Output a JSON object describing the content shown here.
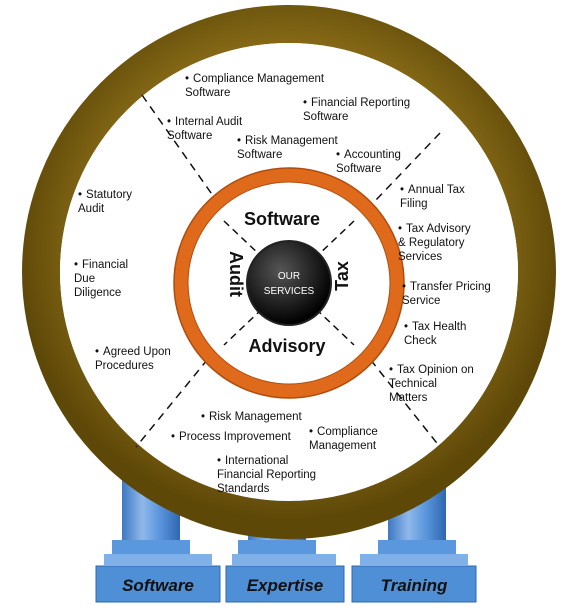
{
  "center": {
    "line1": "OUR",
    "line2": "SERVICES"
  },
  "sectors": {
    "top": "Software",
    "left": "Audit",
    "right": "Tax",
    "bottom": "Advisory"
  },
  "items": {
    "software": [
      "Compliance Management Software",
      "Financial Reporting Software",
      "Internal Audit Software",
      "Risk Management Software",
      "Accounting Software"
    ],
    "audit": [
      "Statutory Audit",
      "Financial Due Diligence",
      "Agreed Upon Procedures"
    ],
    "tax": [
      "Annual Tax Filing",
      "Tax Advisory & Regulatory Services",
      "Transfer Pricing Service",
      "Tax Health Check",
      "Tax Opinion on Technical Matters"
    ],
    "advisory": [
      "Risk Management",
      "Process Improvement",
      "Compliance Management",
      "International Financial Reporting Standards"
    ]
  },
  "pillars": [
    "Software",
    "Expertise",
    "Training"
  ],
  "colors": {
    "outer_ring": "#8a6d16",
    "inner_ring": "#e06a1c",
    "center_disc": "#111111",
    "pillar_blue": "#4f8fd6",
    "pillar_light": "#a9c8ee"
  }
}
